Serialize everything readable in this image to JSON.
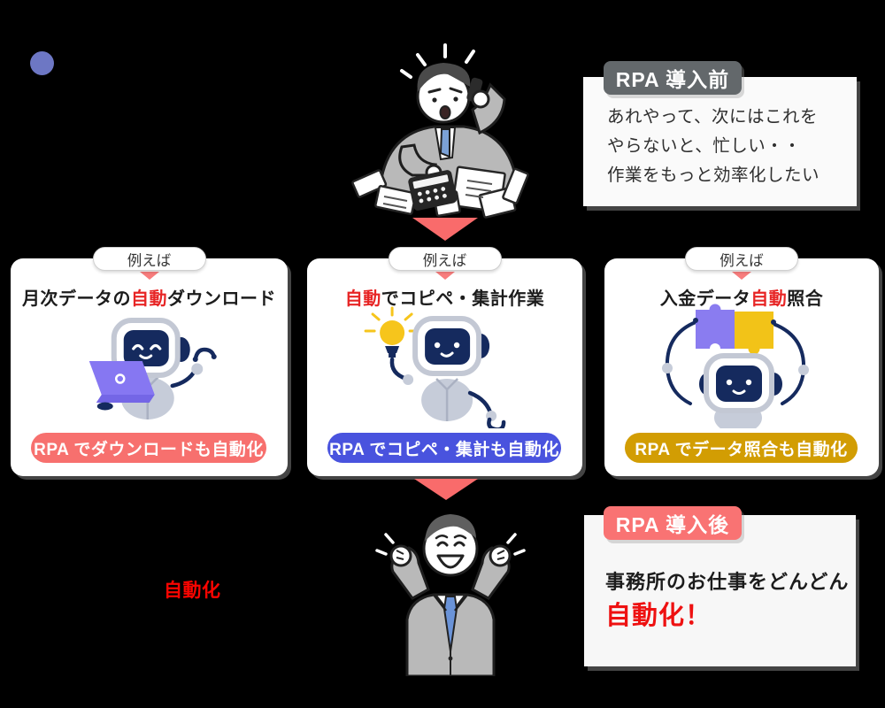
{
  "canvas": {
    "bg": "#000000"
  },
  "decor": {
    "dot_color": "#6d77c4"
  },
  "colors": {
    "arrow_red": "#f96b6b",
    "small_arrow_red": "#f87d7d",
    "title_em_red": "#e72525",
    "panel_bg": "#fafafa",
    "badge_before_bg": "#63686b",
    "badge_after_bg": "#f97373",
    "robot_navy": "#152a5e",
    "robot_body_gray": "#c6ccd9",
    "laptop_purple": "#8677f2",
    "bulb_yellow": "#f6c51c",
    "puzzle_purple": "#8a7cf0",
    "puzzle_yellow": "#f2c318",
    "suit_gray": "#b9b9b9",
    "tie_blue": "#7ba1d6"
  },
  "before_panel": {
    "badge_label": "RPA 導入前",
    "lines": [
      "あれやって、次にはこれを",
      "やらないと、忙しい・・",
      "作業をもっと効率化したい"
    ]
  },
  "after_panel": {
    "badge_label": "RPA 導入後",
    "line1": "事務所のお仕事をどんどん",
    "line2": "自動化！",
    "line2_color": "#ee1111"
  },
  "side_note": {
    "text": "自動化",
    "color": "#fb0400"
  },
  "cards": [
    {
      "tag": "例えば",
      "title_pre": "月次データの",
      "title_em": "自動",
      "title_post": "ダウンロード",
      "button_label": "RPA でダウンロードも自動化",
      "button_bg": "#f7706e",
      "robot": "robot-with-laptop"
    },
    {
      "tag": "例えば",
      "title_pre": "",
      "title_em": "自動",
      "title_post": "でコピペ・集計作業",
      "button_label": "RPA でコピペ・集計も自動化",
      "button_bg": "#4953de",
      "robot": "robot-with-lightbulb"
    },
    {
      "tag": "例えば",
      "title_pre": "入金データ",
      "title_em": "自動",
      "title_post": "照合",
      "button_label": "RPA でデータ照合も自動化",
      "button_bg": "#d29d03",
      "robot": "robot-with-puzzle"
    }
  ],
  "illustrations": {
    "top": "busy-office-worker-on-phone-with-calculator-and-papers",
    "bottom": "happy-office-worker-cheering"
  }
}
